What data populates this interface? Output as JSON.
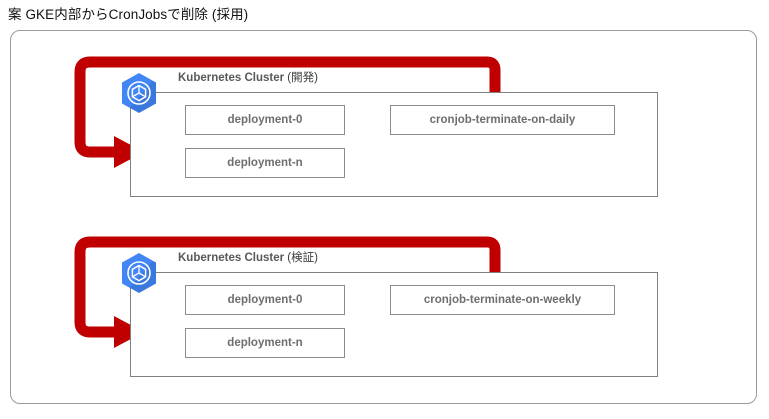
{
  "title": "案 GKE内部からCronJobsで削除 (採用)",
  "colors": {
    "arrow_red": "#C00000",
    "gke_blue": "#4285F4",
    "gke_blue_dark": "#3367D6",
    "box_border": "#8C8C8C",
    "box_text": "#6E6E6E",
    "panel_border": "#9A9A9A",
    "title_text": "#111111"
  },
  "clusters": [
    {
      "icon": "gke-hexagon-icon",
      "label_main": "Kubernetes Cluster",
      "label_sub": "(開発)",
      "deployments": [
        {
          "name": "deployment-0"
        },
        {
          "name": "deployment-n"
        }
      ],
      "cronjob": {
        "name": "cronjob-terminate-on-daily"
      }
    },
    {
      "icon": "gke-hexagon-icon",
      "label_main": "Kubernetes Cluster",
      "label_sub": "(検証)",
      "deployments": [
        {
          "name": "deployment-0"
        },
        {
          "name": "deployment-n"
        }
      ],
      "cronjob": {
        "name": "cronjob-terminate-on-weekly"
      }
    }
  ],
  "flows": [
    {
      "from": "cronjob-terminate-on-daily",
      "to": "Kubernetes Cluster (開発)",
      "style": "red-loop-arrow"
    },
    {
      "from": "cronjob-terminate-on-weekly",
      "to": "Kubernetes Cluster (検証)",
      "style": "red-loop-arrow"
    }
  ]
}
